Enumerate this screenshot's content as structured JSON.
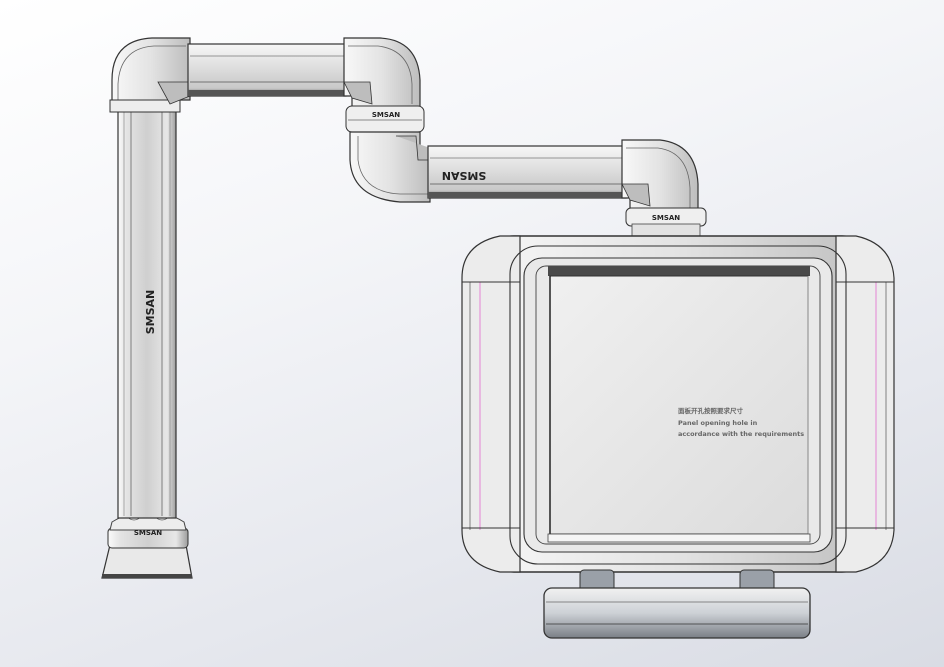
{
  "brand": {
    "logo_text": "SMSAN"
  },
  "panel": {
    "note_cn": "面板开孔按照要求尺寸",
    "note_en_line1": "Panel opening hole in",
    "note_en_line2": "accordance with the requirements"
  },
  "colors": {
    "tube_light": "#ececec",
    "tube_mid": "#d4d4d4",
    "tube_dark": "#555555",
    "outline": "#3a3a3a",
    "highlight": "#f6d8f0"
  }
}
